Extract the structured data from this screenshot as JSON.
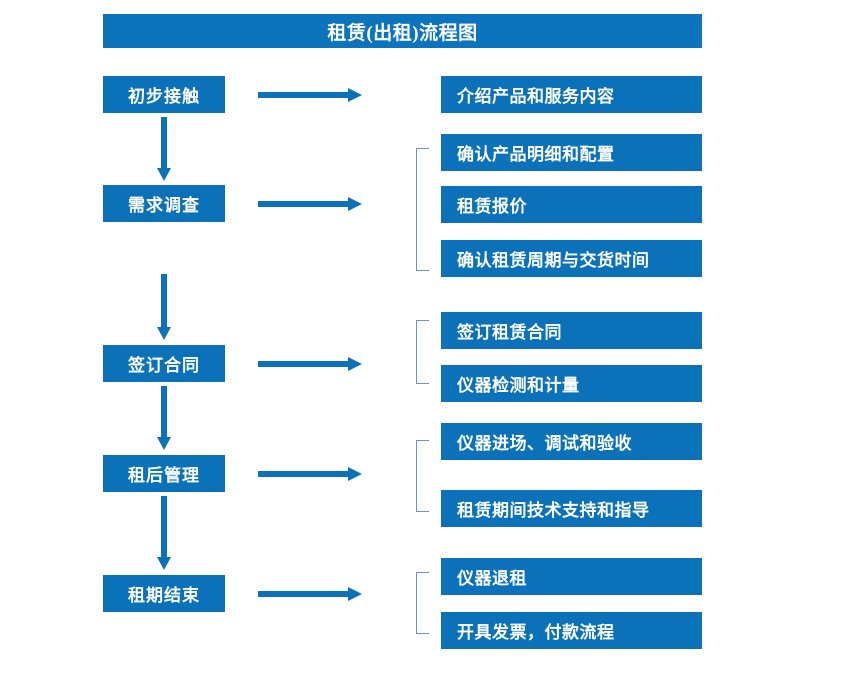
{
  "title": "租赁(出租)流程图",
  "colors": {
    "box_blue": "#0B72B9",
    "title_blue": "#0B74BC",
    "bracket_line": "#6E93C0",
    "box_text": "#FFFFFF",
    "background": "#FFFFFF"
  },
  "stages": [
    {
      "label": "初步接触"
    },
    {
      "label": "需求调查"
    },
    {
      "label": "签订合同"
    },
    {
      "label": "租后管理"
    },
    {
      "label": "租期结束"
    }
  ],
  "details": [
    {
      "label": "介绍产品和服务内容"
    },
    {
      "label": "确认产品明细和配置"
    },
    {
      "label": "租赁报价"
    },
    {
      "label": "确认租赁周期与交货时间"
    },
    {
      "label": "签订租赁合同"
    },
    {
      "label": "仪器检测和计量"
    },
    {
      "label": "仪器进场、调试和验收"
    },
    {
      "label": "租赁期间技术支持和指导"
    },
    {
      "label": "仪器退租"
    },
    {
      "label": "开具发票，付款流程"
    }
  ],
  "chart_data": {
    "type": "diagram",
    "title": "租赁(出租)流程图",
    "orientation": "vertical-stages-with-horizontal-details",
    "nodes": [
      {
        "stage": "初步接触",
        "details": [
          "介绍产品和服务内容"
        ]
      },
      {
        "stage": "需求调查",
        "details": [
          "确认产品明细和配置",
          "租赁报价",
          "确认租赁周期与交货时间"
        ]
      },
      {
        "stage": "签订合同",
        "details": [
          "签订租赁合同",
          "仪器检测和计量"
        ]
      },
      {
        "stage": "租后管理",
        "details": [
          "仪器进场、调试和验收",
          "租赁期间技术支持和指导"
        ]
      },
      {
        "stage": "租期结束",
        "details": [
          "仪器退租",
          "开具发票，付款流程"
        ]
      }
    ],
    "edges": [
      {
        "from": "初步接触",
        "to": "需求调查",
        "type": "down-arrow"
      },
      {
        "from": "需求调查",
        "to": "签订合同",
        "type": "down-arrow"
      },
      {
        "from": "签订合同",
        "to": "租后管理",
        "type": "down-arrow"
      },
      {
        "from": "租后管理",
        "to": "租期结束",
        "type": "down-arrow"
      }
    ]
  }
}
